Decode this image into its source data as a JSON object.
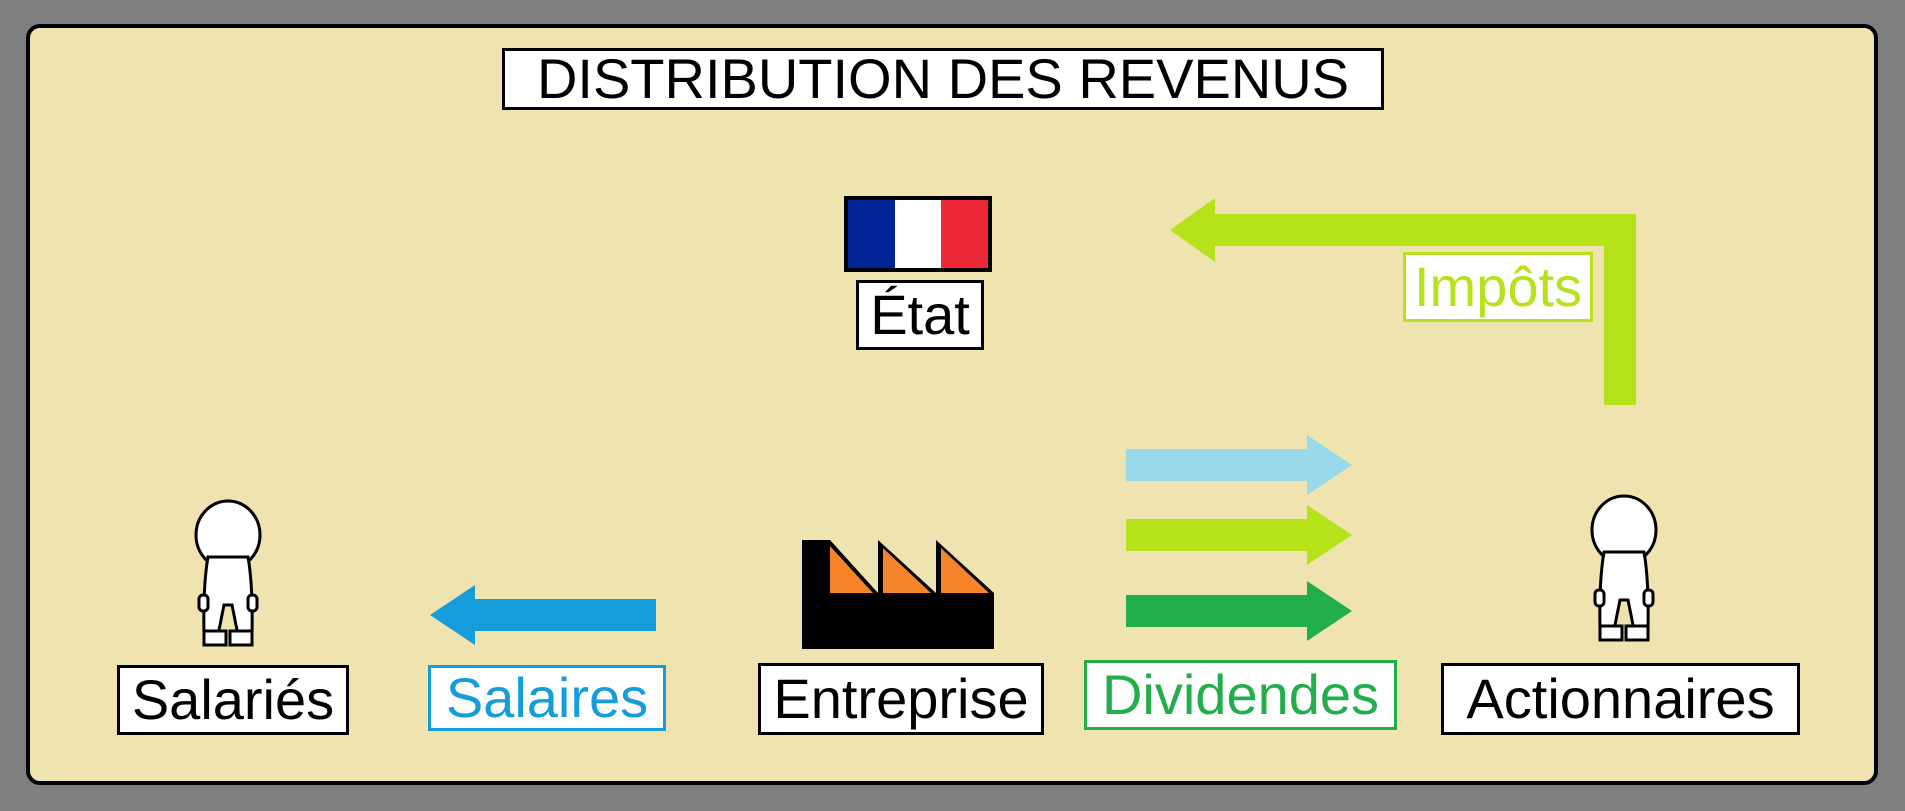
{
  "title": "DISTRIBUTION DES REVENUS",
  "nodes": {
    "etat": "État",
    "salaries": "Salariés",
    "entreprise": "Entreprise",
    "actionnaires": "Actionnaires"
  },
  "flows": {
    "salaires": "Salaires",
    "dividendes": "Dividendes",
    "impots": "Impôts"
  },
  "colors": {
    "background": "#efe4b0",
    "salaires": "#159ddb",
    "dividendes": "#21ae4b",
    "impots": "#b5e21b",
    "light_blue_flow": "#99d9ea",
    "factory_roof": "#f5842b",
    "flag_blue": "#002395",
    "flag_white": "#ffffff",
    "flag_red": "#ed2939"
  },
  "icons": [
    "french-flag-icon",
    "factory-icon",
    "person-icon"
  ]
}
